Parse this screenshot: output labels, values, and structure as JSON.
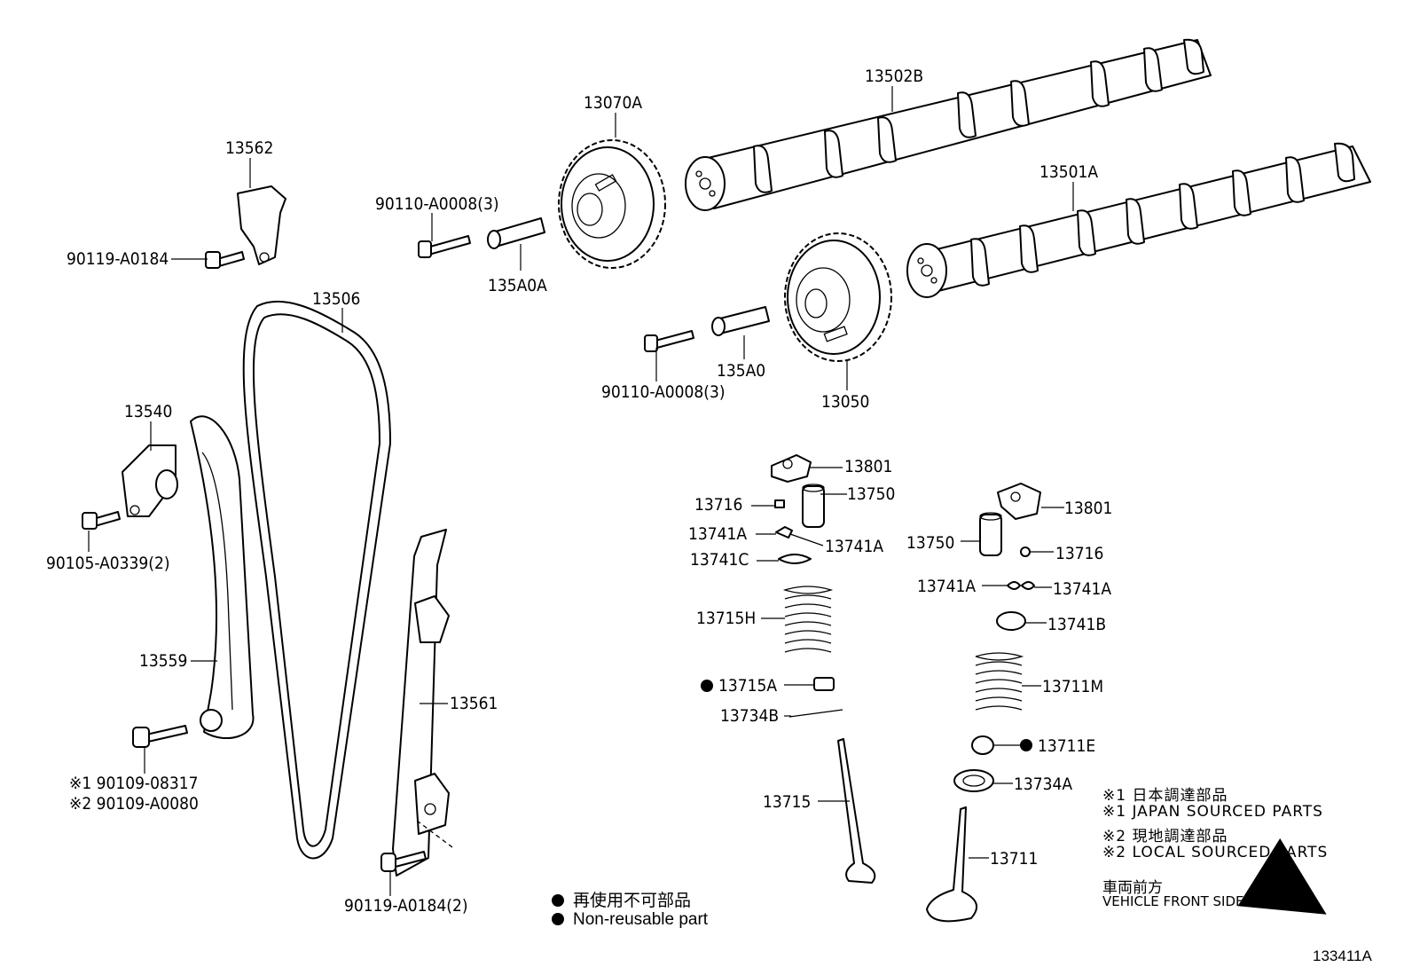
{
  "labels": {
    "l13502B": "13502B",
    "l13070A": "13070A",
    "l13562": "13562",
    "l13501A": "13501A",
    "l90110a": "90110-A0008(3)",
    "l90119a": "90119-A0184",
    "l135A0A": "135A0A",
    "l13506": "13506",
    "l135A0": "135A0",
    "l90110b": "90110-A0008(3)",
    "l13050": "13050",
    "l13540": "13540",
    "l13801a": "13801",
    "l13716a": "13716",
    "l13750a": "13750",
    "l13801b": "13801",
    "l90105": "90105-A0339(2)",
    "l13741Aa": "13741A",
    "l13741Ab": "13741A",
    "l13750b": "13750",
    "l13716b": "13716",
    "l13741C": "13741C",
    "l13741Ac": "13741A",
    "l13741Ad": "13741A",
    "l13715H": "13715H",
    "l13741B": "13741B",
    "l13559": "13559",
    "l13715A": "13715A",
    "l13711M": "13711M",
    "l13561": "13561",
    "l13734B": "13734B",
    "l13711E": "13711E",
    "l90109a": "※1 90109-08317",
    "l90109b": "※2 90109-A0080",
    "l13734A": "13734A",
    "l13715": "13715",
    "l13711": "13711",
    "l90119b": "90119-A0184(2)"
  },
  "notes": {
    "jp1": "※1 日本調達部品",
    "en1": "※1 JAPAN SOURCED PARTS",
    "jp2": "※2 現地調達部品",
    "en2": "※2 LOCAL SOURCED PARTS",
    "front_jp": "車両前方",
    "front_en": "VEHICLE FRONT SIDE"
  },
  "legend": {
    "jp": "再使用不可部品",
    "en": "Non-reusable part"
  },
  "illustration_id": "133411A"
}
